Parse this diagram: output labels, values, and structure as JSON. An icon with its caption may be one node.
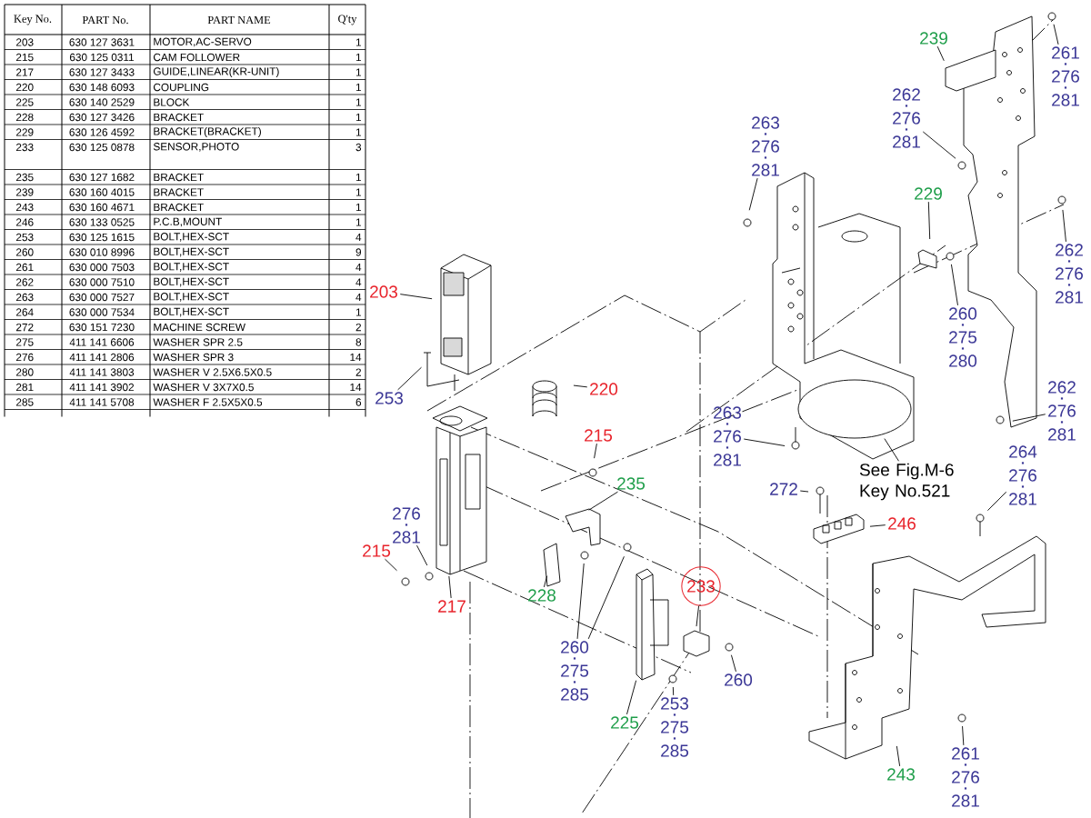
{
  "diagram": {
    "nodes": [
      {
        "text": [
          "203"
        ]
      },
      {
        "text": [
          "253"
        ]
      },
      {
        "text": [
          "220"
        ]
      },
      {
        "text": [
          "215"
        ]
      },
      {
        "text": [
          "235"
        ]
      },
      {
        "text": [
          "276",
          "281"
        ]
      },
      {
        "text": [
          "215"
        ]
      },
      {
        "text": [
          "217"
        ]
      },
      {
        "text": [
          "228"
        ]
      },
      {
        "text": [
          "260",
          "275",
          "285"
        ]
      },
      {
        "text": [
          "233"
        ]
      },
      {
        "text": [
          "260"
        ]
      },
      {
        "text": [
          "225"
        ]
      },
      {
        "text": [
          "253",
          "275",
          "285"
        ]
      },
      {
        "text": [
          "239"
        ]
      },
      {
        "text": [
          "261",
          "276",
          "281"
        ]
      },
      {
        "text": [
          "262",
          "276",
          "281"
        ]
      },
      {
        "text": [
          "263",
          "276",
          "281"
        ]
      },
      {
        "text": [
          "229"
        ]
      },
      {
        "text": [
          "260",
          "275",
          "280"
        ]
      },
      {
        "text": [
          "262",
          "276",
          "281"
        ]
      },
      {
        "text": [
          "262",
          "276",
          "281"
        ]
      },
      {
        "text": [
          "263",
          "276",
          "281"
        ]
      },
      {
        "text": [
          "See Fig.M-6 Key No.521"
        ]
      },
      {
        "text": [
          "264",
          "276",
          "281"
        ]
      },
      {
        "text": [
          "272"
        ]
      },
      {
        "text": [
          "246"
        ]
      },
      {
        "text": [
          "243"
        ]
      },
      {
        "text": [
          "261",
          "276",
          "281"
        ]
      }
    ],
    "edges": [
      {
        "from": 0,
        "to": null,
        "arrow": "none"
      },
      {
        "from": 1,
        "to": null,
        "arrow": "none"
      },
      {
        "from": 2,
        "to": null,
        "arrow": "none"
      },
      {
        "from": 3,
        "to": null,
        "arrow": "none"
      },
      {
        "from": 4,
        "to": null,
        "arrow": "none"
      },
      {
        "from": 5,
        "to": null,
        "arrow": "none"
      },
      {
        "from": 6,
        "to": null,
        "arrow": "none"
      },
      {
        "from": 7,
        "to": null,
        "arrow": "none"
      },
      {
        "from": 8,
        "to": null,
        "arrow": "none"
      },
      {
        "from": 9,
        "to": null,
        "arrow": "none"
      },
      {
        "from": 9,
        "to": null,
        "arrow": "none"
      },
      {
        "from": 10,
        "to": null,
        "arrow": "none"
      },
      {
        "from": 11,
        "to": null,
        "arrow": "none"
      },
      {
        "from": 12,
        "to": null,
        "arrow": "none"
      },
      {
        "from": 13,
        "to": null,
        "arrow": "none"
      },
      {
        "from": 14,
        "to": null,
        "arrow": "none"
      },
      {
        "from": 15,
        "to": null,
        "arrow": "none"
      },
      {
        "from": 16,
        "to": null,
        "arrow": "none"
      },
      {
        "from": 17,
        "to": null,
        "arrow": "none"
      },
      {
        "from": 18,
        "to": null,
        "arrow": "none"
      },
      {
        "from": 19,
        "to": null,
        "arrow": "none"
      },
      {
        "from": 20,
        "to": null,
        "arrow": "none"
      },
      {
        "from": 21,
        "to": null,
        "arrow": "none"
      },
      {
        "from": 22,
        "to": null,
        "arrow": "none"
      },
      {
        "from": 23,
        "to": null,
        "arrow": "none"
      },
      {
        "from": 24,
        "to": null,
        "arrow": "none"
      },
      {
        "from": 25,
        "to": null,
        "arrow": "none"
      },
      {
        "from": 26,
        "to": null,
        "arrow": "none"
      },
      {
        "from": 27,
        "to": null,
        "arrow": "none"
      },
      {
        "from": 28,
        "to": null,
        "arrow": "none"
      }
    ],
    "labels": [
      "Key No.",
      "PART No.",
      "PART NAME",
      "Q'ty",
      "203",
      "630 127 3631",
      "MOTOR,AC-SERVO",
      "1",
      "215",
      "630 125 0311",
      "CAM FOLLOWER",
      "1",
      "217",
      "630 127 3433",
      "GUIDE,LINEAR(KR-UNIT)",
      "1",
      "220",
      "630 148 6093",
      "COUPLING",
      "1",
      "225",
      "630 140 2529",
      "BLOCK",
      "1",
      "228",
      "630 127 3426",
      "BRACKET",
      "1",
      "229",
      "630 126 4592",
      "BRACKET(BRACKET)",
      "1",
      "233",
      "630 125 0878",
      "SENSOR,PHOTO",
      "3",
      "235",
      "630 127 1682",
      "BRACKET",
      "1",
      "239",
      "630 160 4015",
      "BRACKET",
      "1",
      "243",
      "630 160 4671",
      "BRACKET",
      "1",
      "246",
      "630 133 0525",
      "P.C.B,MOUNT",
      "1",
      "253",
      "630 125 1615",
      "BOLT,HEX-SCT",
      "4",
      "260",
      "630 010 8996",
      "BOLT,HEX-SCT",
      "9",
      "261",
      "630 000 7503",
      "BOLT,HEX-SCT",
      "4",
      "262",
      "630 000 7510",
      "BOLT,HEX-SCT",
      "4",
      "263",
      "630 000 7527",
      "BOLT,HEX-SCT",
      "4",
      "264",
      "630 000 7534",
      "BOLT,HEX-SCT",
      "1",
      "272",
      "630 151 7230",
      "MACHINE SCREW",
      "2",
      "275",
      "411 141 6606",
      "WASHER SPR 2.5",
      "8",
      "276",
      "411 141 2806",
      "WASHER SPR 3",
      "14",
      "280",
      "411 141 3803",
      "WASHER V 2.5X6.5X0.5",
      "2",
      "281",
      "411 141 3902",
      "WASHER V 3X7X0.5",
      "14",
      "285",
      "411 141 5708",
      "WASHER F 2.5X5X0.5",
      "6"
    ]
  }
}
